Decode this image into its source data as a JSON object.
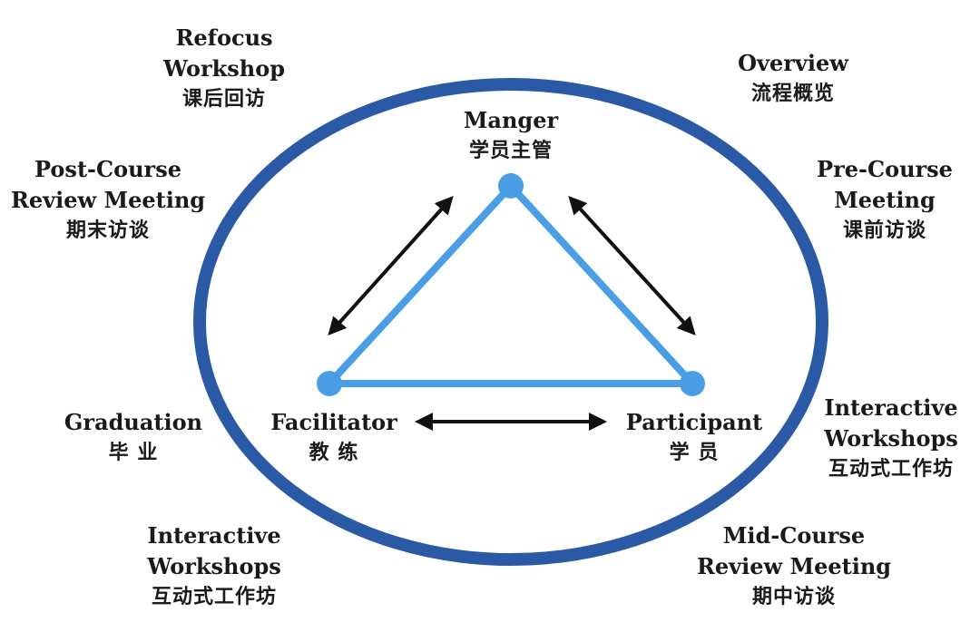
{
  "colors": {
    "ellipse": "#2a5aa5",
    "triangle": "#4a9ee6",
    "arrow": "#111111",
    "text": "#1a1a1a"
  },
  "nodes": {
    "manager": {
      "en": "Manger",
      "cn": "学员主管"
    },
    "facilitator": {
      "en": "Facilitator",
      "cn": "教 练"
    },
    "participant": {
      "en": "Participant",
      "cn": "学 员"
    }
  },
  "stages": {
    "refocus": {
      "en1": "Refocus",
      "en2": "Workshop",
      "cn": "课后回访"
    },
    "overview": {
      "en1": "Overview",
      "cn": "流程概览"
    },
    "post_course": {
      "en1": "Post-Course",
      "en2": "Review Meeting",
      "cn": "期末访谈"
    },
    "pre_course": {
      "en1": "Pre-Course",
      "en2": "Meeting",
      "cn": "课前访谈"
    },
    "graduation": {
      "en1": "Graduation",
      "cn": "毕 业"
    },
    "interactive_right": {
      "en1": "Interactive",
      "en2": "Workshops",
      "cn": "互动式工作坊"
    },
    "interactive_left": {
      "en1": "Interactive",
      "en2": "Workshops",
      "cn": "互动式工作坊"
    },
    "mid_course": {
      "en1": "Mid-Course",
      "en2": "Review Meeting",
      "cn": "期中访谈"
    }
  }
}
